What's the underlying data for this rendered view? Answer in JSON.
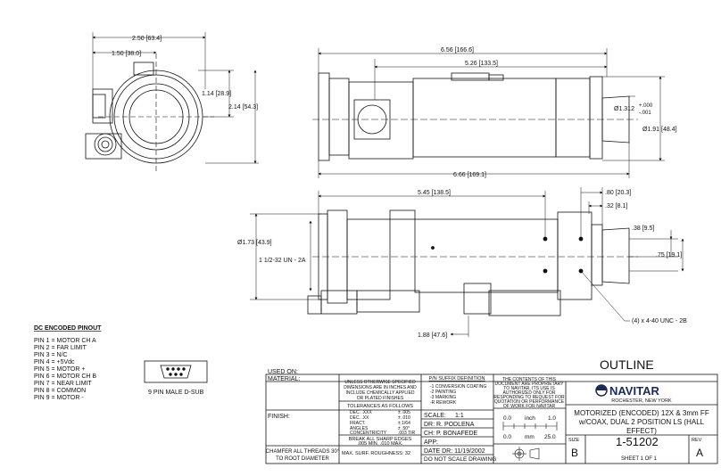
{
  "dims": {
    "front_width": "2.50 [63.4]",
    "front_half": "1.50 [38.0]",
    "front_center_h": "1.14 [28.9]",
    "front_height": "2.14 [54.3]",
    "top_len": "6.56 [166.6]",
    "top_inner": "5.26 [133.5]",
    "top_dia_a": "Ø1.312",
    "top_dia_tol_plus": "+.000",
    "top_dia_tol_minus": "-.001",
    "top_dia_b": "Ø1.91 [48.4]",
    "top_overall": "6.66 [169.1]",
    "bot_len": "5.45 [138.5]",
    "bot_80": ".80 [20.3]",
    "bot_32": ".32 [8.1]",
    "bot_38": ".38 [9.5]",
    "bot_75": ".75 [19.1]",
    "bot_dia": "Ø1.73 [43.9]",
    "bot_thread": "1 1/2-32 UN - 2A",
    "bot_holes": "(4) x 4-40 UNC - 2B",
    "bot_188": "1.88 [47.6]"
  },
  "pinout": {
    "title": "DC ENCODED PINOUT",
    "pins": [
      "PIN 1 = MOTOR CH A",
      "PIN 2 = FAR LIMIT",
      "PIN 3 = N/C",
      "PIN 4 = +5Vdc",
      "PIN 5 = MOTOR +",
      "PIN 6 = MOTOR CH B",
      "PIN 7 = NEAR LIMIT",
      "PIN 8 = COMMON",
      "PIN 9 = MOTOR -"
    ],
    "connector_label": "9 PIN MALE D-SUB"
  },
  "title_block": {
    "outline": "OUTLINE",
    "used_on": "USED ON:",
    "material": "MATERIAL:",
    "finish": "FINISH:",
    "chamfer_1": "CHAMFER ALL THREADS 30°",
    "chamfer_2": "TO ROOT DIAMETER",
    "unless": [
      "UNLESS OTHERWISE SPECIFIED",
      "DIMENSIONS ARE IN INCHES AND",
      "INCLUDE CHEMICALLY APPLIED",
      "OR PLATED FINISHES"
    ],
    "tol_title": "TOLERANCES AS FOLLOWS",
    "tol_rows": [
      [
        "DEC.   .XXX",
        "± .005"
      ],
      [
        "DEC.   .XX",
        "± .010"
      ],
      [
        "FRACT.",
        "± 1/64"
      ],
      [
        "ANGLES",
        "± .50°"
      ],
      [
        "CONCENTRICITY",
        ".003 TIR"
      ]
    ],
    "break_1": "BREAK ALL SHARP EDGES",
    "break_2": ".005 MIN.  .010 MAX.",
    "surf": "MAX. SURF. ROUGHNESS: 32",
    "suffix_title": "P/N SUFFIX DEFINITION",
    "suffix_rows": [
      "-1  CONVERSION COATING",
      "-2  PAINTING",
      "-3  MARKING",
      "-R  REWORK"
    ],
    "scale_label": "SCALE:",
    "scale_value": "1:1",
    "dr": "DR:   R. PODLENA",
    "ch": "CH:   P. BONAFEDE",
    "app": "APP:",
    "date": "DATE DR:   11/19/2002",
    "do_not_scale": "DO NOT SCALE DRAWING",
    "prop": [
      "THE CONTENTS OF THIS",
      "DOCUMENT ARE PROPRIETARY",
      "TO NAVITAR, ITS USE IS",
      "AUTHORIZED ONLY FOR",
      "RESPONDING TO REQUEST FOR",
      "QUOTATION OR PERFORMANCE",
      "OF WORK FOR NAVITAR"
    ],
    "inch_start": "0.0",
    "inch_label": "inch",
    "inch_end": "1.0",
    "mm_start": "0.0",
    "mm_label": "mm",
    "mm_end": "25.0",
    "logo": "NAVITAR",
    "location": "ROCHESTER, NEW YORK",
    "desc_1": "MOTORIZED (ENCODED) 12X & 3mm FF",
    "desc_2": "w/COAX, DUAL 2 POSITION LS (HALL",
    "desc_3": "EFFECT)",
    "size_label": "SIZE",
    "size_value": "B",
    "part_no": "1-51202",
    "rev_label": "REV",
    "rev_value": "A",
    "sheet": "SHEET  1  OF  1"
  }
}
